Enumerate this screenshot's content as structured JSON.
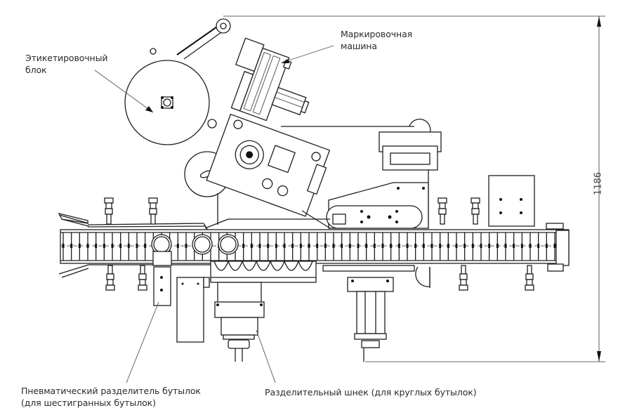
{
  "diagram": {
    "title": "Labeling machine layout (top view)",
    "labels": {
      "label_unit": [
        "Этикетировочный",
        "блок"
      ],
      "marking_machine": [
        "Маркировочная",
        "машина"
      ],
      "pneumatic_separator": [
        "Пневматический разделитель бутылок",
        "(для шестигранных бутылок)"
      ],
      "screw_separator": [
        "Разделительный шнек (для круглых бутылок)"
      ]
    },
    "dimension": {
      "value": "1186",
      "orientation": "vertical"
    },
    "conveyor": {
      "slat_count": 60
    }
  }
}
